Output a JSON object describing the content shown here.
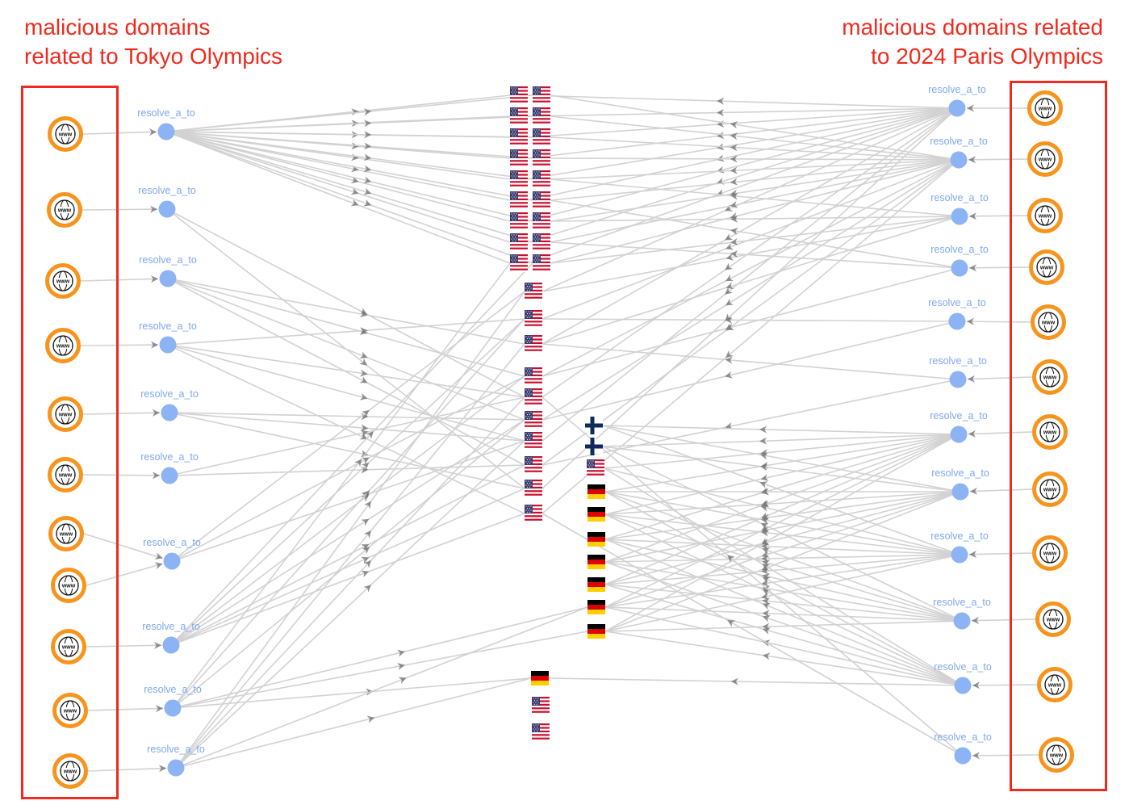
{
  "captions": {
    "left": [
      "malicious domains",
      "related to Tokyo Olympics"
    ],
    "right": [
      "malicious domains related",
      "to 2024 Paris Olympics"
    ]
  },
  "edge_label": "resolve_a_to",
  "node_icon": "www-globe-icon",
  "colors": {
    "annotation_red": "#ee2b1e",
    "domain_ring": "#f7941d",
    "resolver_node": "#8cb4f5",
    "label_blue": "#7fa8ef",
    "edge_gray": "#d2d2d2",
    "arrow_gray": "#6e6e6e"
  },
  "flag_types": [
    "us-flag",
    "de-flag",
    "fi-flag"
  ],
  "diagram": {
    "left_domains": 11,
    "left_resolvers": 10,
    "right_domains": 12,
    "right_resolvers": 12,
    "ip_nodes": {
      "us": 29,
      "de": 8,
      "fi": 2
    }
  }
}
